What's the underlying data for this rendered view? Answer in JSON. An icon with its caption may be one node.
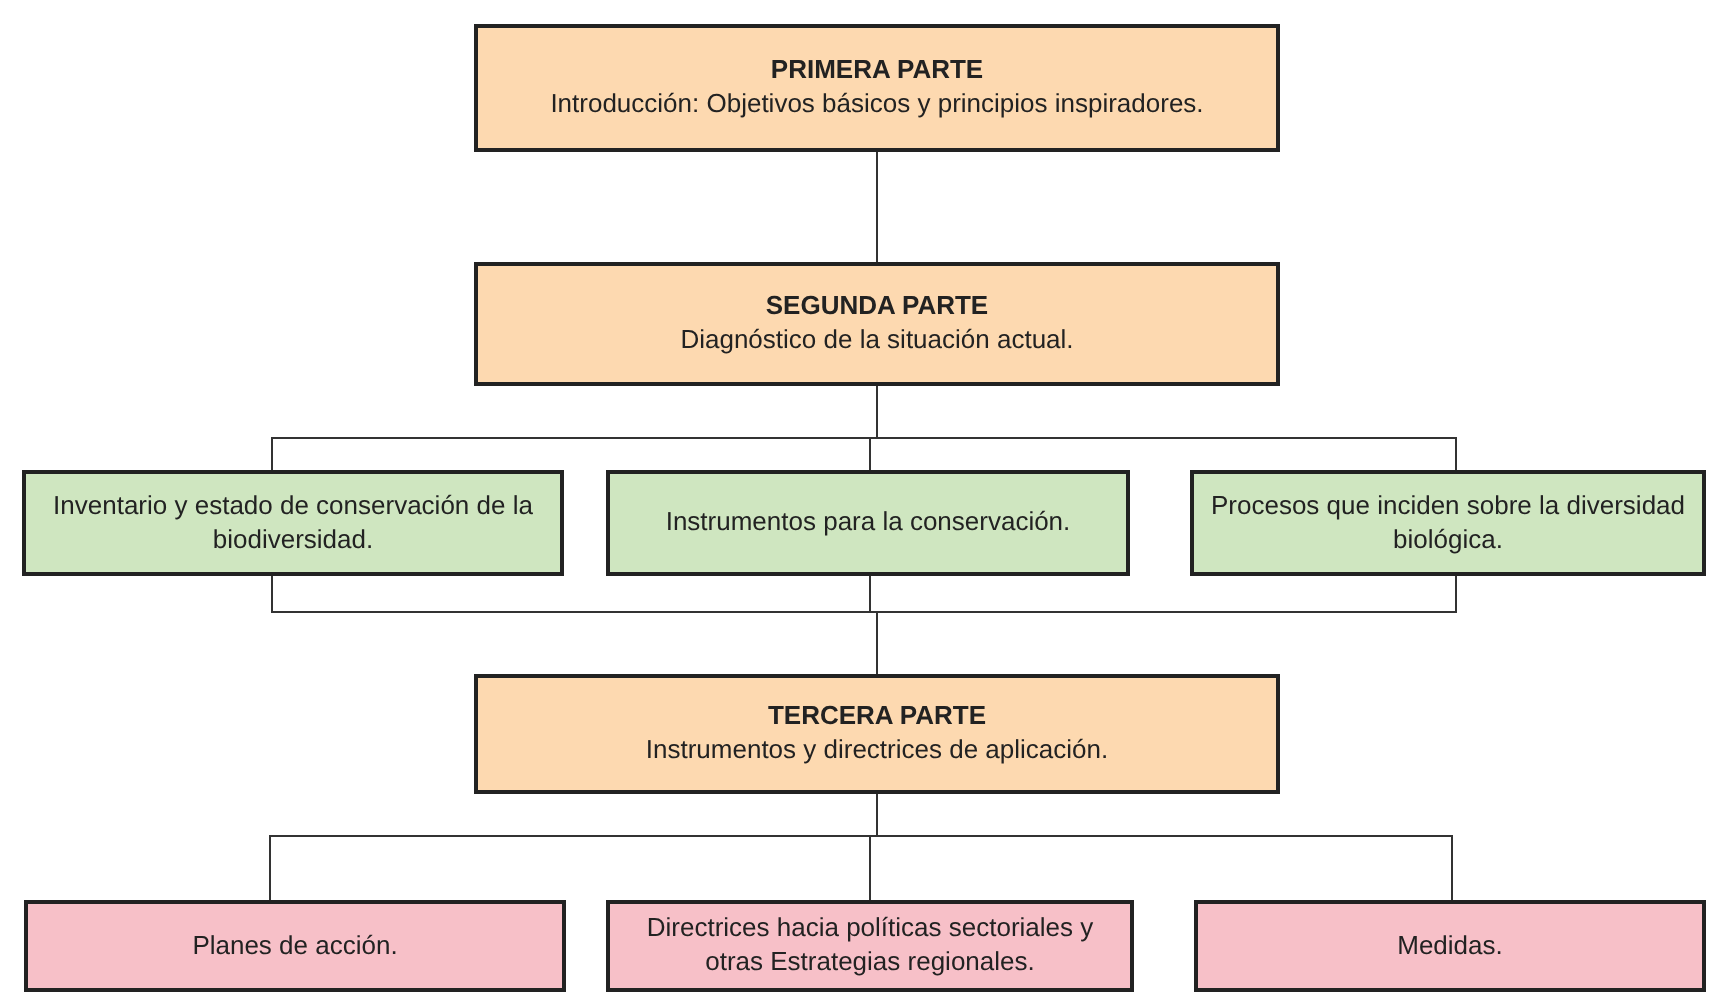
{
  "diagram": {
    "nodes": [
      {
        "text": [
          "PRIMERA PARTE",
          "Introducción: Objetivos básicos y principios inspiradores."
        ]
      },
      {
        "text": [
          "SEGUNDA PARTE",
          "Diagnóstico de la situación actual."
        ]
      },
      {
        "text": [
          "Inventario y estado de conservación de la biodiversidad."
        ]
      },
      {
        "text": [
          "Instrumentos para la conservación."
        ]
      },
      {
        "text": [
          "Procesos que inciden sobre la diversidad biológica."
        ]
      },
      {
        "text": [
          "TERCERA PARTE",
          "Instrumentos y directrices de aplicación."
        ]
      },
      {
        "text": [
          "Planes de acción."
        ]
      },
      {
        "text": [
          "Directrices hacia políticas sectoriales y otras Estrategias regionales."
        ]
      },
      {
        "text": [
          "Medidas."
        ]
      }
    ],
    "edges": [
      {
        "from": 0,
        "to": 1,
        "arrow": "none"
      },
      {
        "from": 1,
        "to": 2,
        "arrow": "none"
      },
      {
        "from": 1,
        "to": 3,
        "arrow": "none"
      },
      {
        "from": 1,
        "to": 4,
        "arrow": "none"
      },
      {
        "from": 2,
        "to": 5,
        "arrow": "none"
      },
      {
        "from": 3,
        "to": 5,
        "arrow": "none"
      },
      {
        "from": 4,
        "to": 5,
        "arrow": "none"
      },
      {
        "from": 5,
        "to": 6,
        "arrow": "none"
      },
      {
        "from": 5,
        "to": 7,
        "arrow": "none"
      },
      {
        "from": 5,
        "to": 8,
        "arrow": "none"
      }
    ]
  }
}
